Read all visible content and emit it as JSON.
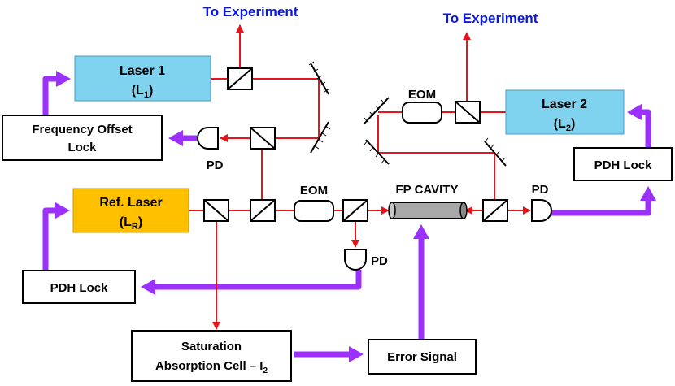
{
  "colors": {
    "laser_blue": "#7fd3ee",
    "laser_ref": "#ffc000",
    "beam": "#e8141b",
    "signal": "#9b30ff",
    "experiment_text": "#0a17e6",
    "cavity": "#a8a8a8"
  },
  "outputs": {
    "to_experiment_left": "To Experiment",
    "to_experiment_right": "To Experiment"
  },
  "lasers": {
    "laser1": {
      "name": "Laser 1",
      "symbol": "L",
      "subscript": "1"
    },
    "laser2": {
      "name": "Laser 2",
      "symbol": "L",
      "subscript": "2"
    },
    "ref_laser": {
      "name": "Ref. Laser",
      "symbol": "L",
      "subscript": "R"
    }
  },
  "boxes": {
    "frequency_offset_lock_line1": "Frequency Offset",
    "frequency_offset_lock_line2": "Lock",
    "pdh_lock_right": "PDH Lock",
    "pdh_lock_left": "PDH Lock",
    "saturation_line1": "Saturation",
    "saturation_line2": "Absorption Cell – I",
    "saturation_subscript": "2",
    "error_signal": "Error Signal"
  },
  "components": {
    "eom_top": "EOM",
    "eom_bottom": "EOM",
    "fp_cavity": "FP CAVITY",
    "pd_left": "PD",
    "pd_right": "PD",
    "pd_center": "PD"
  }
}
